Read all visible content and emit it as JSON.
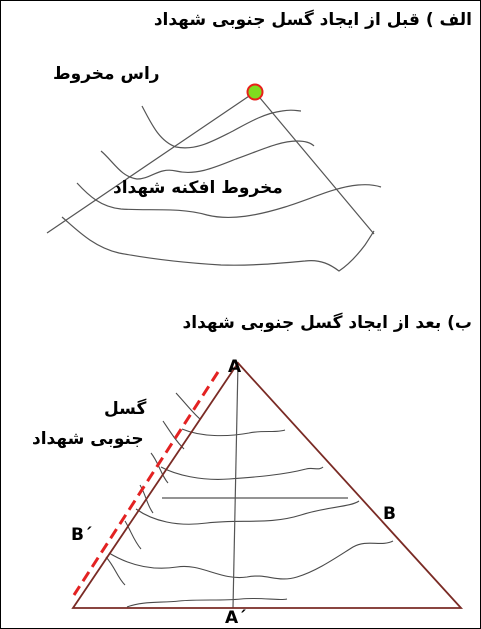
{
  "panel_a": {
    "title": "الف ) قبل از ایجاد گسل جنوبی شهداد",
    "apex_label": "راس مخروط",
    "fan_label": "مخروط افکنه شهداد",
    "apex_color": "#7fdc1f",
    "apex_border": "#e8201a"
  },
  "panel_b": {
    "title": "ب) بعد از ایجاد گسل جنوبی شهداد",
    "fault_label_1": "گسل",
    "fault_label_2": "جنوبی شهداد",
    "vertex_a": "A",
    "vertex_b": "B",
    "vertex_b_prime": "B´",
    "vertex_a_prime": "A´",
    "triangle_color": "#7a2b25",
    "fault_color": "#e32222"
  }
}
